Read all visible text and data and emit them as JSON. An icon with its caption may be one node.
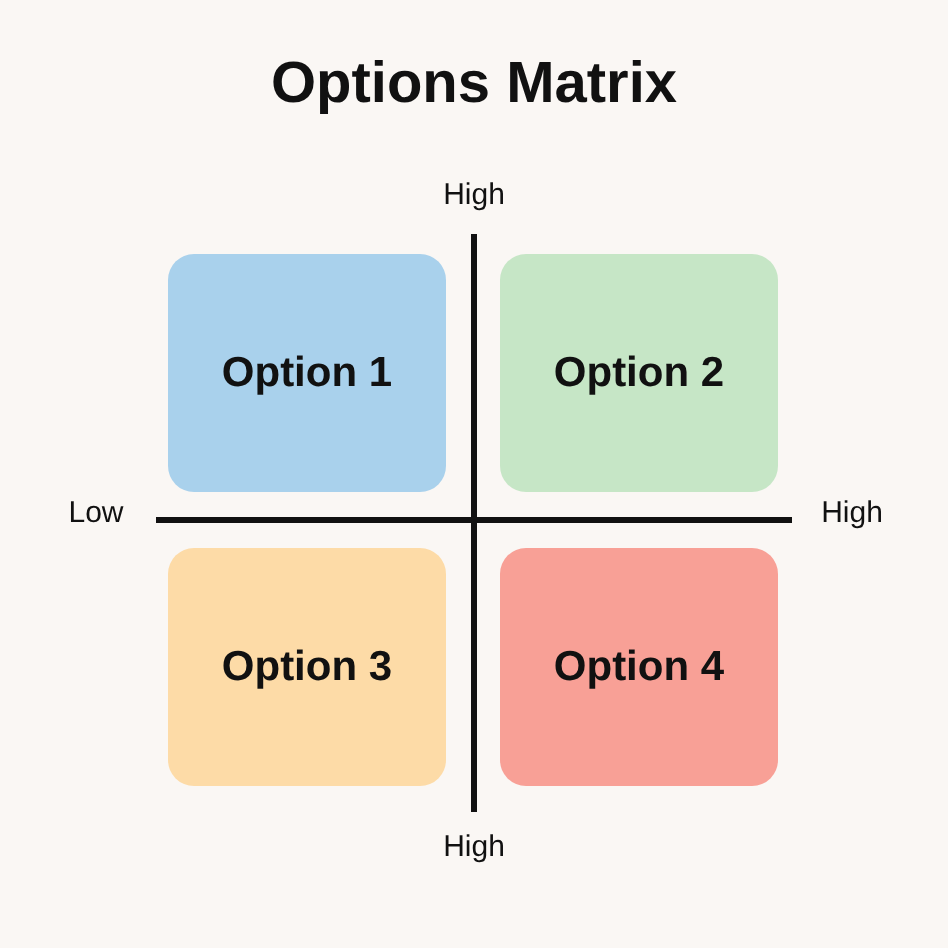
{
  "diagram": {
    "title": "Options Matrix",
    "nodes": [
      {
        "text": [
          "Option 1"
        ]
      },
      {
        "text": [
          "Option 2"
        ]
      },
      {
        "text": [
          "Option 3"
        ]
      },
      {
        "text": [
          "Option 4"
        ]
      }
    ],
    "labels": [
      "High",
      "Low",
      "High",
      "High"
    ]
  }
}
